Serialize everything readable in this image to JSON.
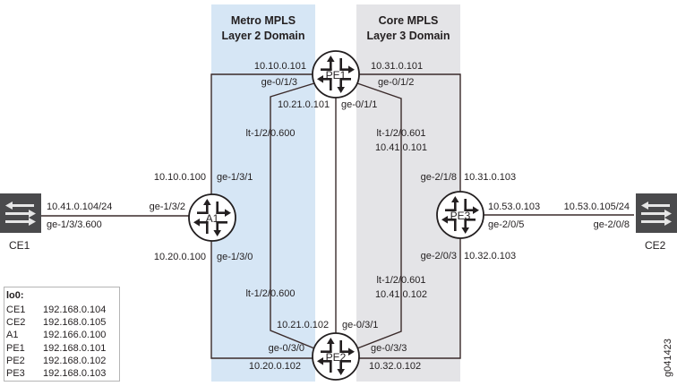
{
  "domains": {
    "metro": {
      "line1": "Metro MPLS",
      "line2": "Layer 2 Domain",
      "color": "#d6e6f5"
    },
    "core": {
      "line1": "Core MPLS",
      "line2": "Layer 3 Domain",
      "color": "#e4e4e7"
    }
  },
  "devices": {
    "pe1": "PE1",
    "pe2": "PE2",
    "pe3": "PE3",
    "a1": "A1",
    "ce1": "CE1",
    "ce2": "CE2"
  },
  "labels": {
    "pe1_a1_ip": "10.10.0.101",
    "pe1_a1_if": "ge-0/1/3",
    "pe1_lt_ip": "10.21.0.101",
    "pe1_lt_if": "lt-1/2/0.600",
    "a1_pe1_ip": "10.10.0.100",
    "a1_pe1_if": "ge-1/3/1",
    "ce1_ip": "10.41.0.104/24",
    "ce1_if": "ge-1/3/3.600",
    "a1_ce1_if": "ge-1/3/2",
    "a1_pe2_ip": "10.20.0.100",
    "a1_pe2_if": "ge-1/3/0",
    "pe2_lt_if": "lt-1/2/0.600",
    "pe2_lt_ip": "10.21.0.102",
    "pe2_pe1_if": "ge-0/3/1",
    "pe2_a1_if": "ge-0/3/0",
    "pe2_a1_ip": "10.20.0.102",
    "pe2_pe3_if": "ge-0/3/3",
    "pe2_pe3_ip": "10.32.0.102",
    "pe1_pe3_ip": "10.31.0.101",
    "pe1_pe3_if": "ge-0/1/2",
    "pe1_pe2_if": "ge-0/1/1",
    "pe1_lt601_if": "lt-1/2/0.601",
    "pe1_lt601_ip": "10.41.0.101",
    "pe3_pe1_if": "ge-2/1/8",
    "pe3_pe1_ip": "10.31.0.103",
    "pe3_ce2_ip": "10.53.0.103",
    "pe3_ce2_if": "ge-2/0/5",
    "ce2_ip": "10.53.0.105/24",
    "ce2_if": "ge-2/0/8",
    "pe3_pe2_if": "ge-2/0/3",
    "pe3_pe2_ip": "10.32.0.103",
    "pe2_lt601_if": "lt-1/2/0.601",
    "pe2_lt601_ip": "10.41.0.102"
  },
  "legend": {
    "title": "lo0:",
    "rows": [
      {
        "name": "CE1",
        "ip": "192.168.0.104"
      },
      {
        "name": "CE2",
        "ip": "192.168.0.105"
      },
      {
        "name": "A1",
        "ip": "192.166.0.100"
      },
      {
        "name": "PE1",
        "ip": "192.168.0.101"
      },
      {
        "name": "PE2",
        "ip": "192.168.0.102"
      },
      {
        "name": "PE3",
        "ip": "192.168.0.103"
      }
    ]
  },
  "figure_id": "g041423"
}
